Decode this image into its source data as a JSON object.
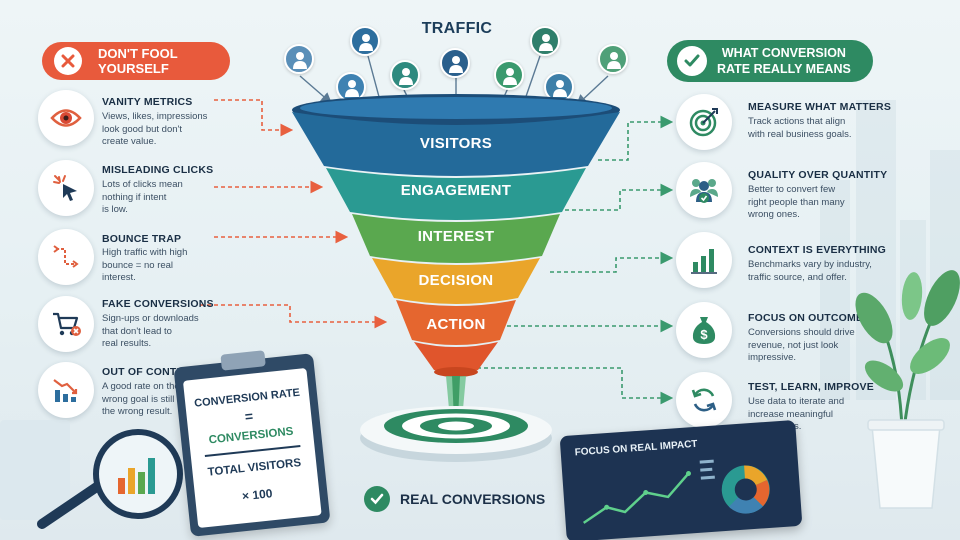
{
  "traffic_title": "TRAFFIC",
  "left_header": {
    "label": "DON'T FOOL YOURSELF",
    "icon": "x-icon",
    "color": "#e85a3c"
  },
  "right_header": {
    "line1": "WHAT CONVERSION",
    "line2": "RATE REALLY MEANS",
    "icon": "check-icon",
    "color": "#2e8a62"
  },
  "left_items": [
    {
      "title": "VANITY METRICS",
      "desc": [
        "Views, likes, impressions",
        "look good but don't",
        "create value."
      ],
      "icon": "eye-icon"
    },
    {
      "title": "MISLEADING CLICKS",
      "desc": [
        "Lots of clicks mean",
        "nothing if intent",
        "is low."
      ],
      "icon": "cursor-click-icon"
    },
    {
      "title": "BOUNCE TRAP",
      "desc": [
        "High traffic with high",
        "bounce = no real",
        "interest."
      ],
      "icon": "bounce-path-icon"
    },
    {
      "title": "FAKE CONVERSIONS",
      "desc": [
        "Sign-ups or downloads",
        "that don't lead to",
        "real results."
      ],
      "icon": "cart-x-icon"
    },
    {
      "title": "OUT OF CONTEXT",
      "desc": [
        "A good rate on the",
        "wrong goal is still",
        "the wrong result."
      ],
      "icon": "falling-chart-icon"
    }
  ],
  "right_items": [
    {
      "title": "MEASURE WHAT MATTERS",
      "desc": [
        "Track actions that align",
        "with real business goals."
      ],
      "icon": "target-icon"
    },
    {
      "title": "QUALITY OVER QUANTITY",
      "desc": [
        "Better to convert few",
        "right people than many",
        "wrong ones."
      ],
      "icon": "people-check-icon"
    },
    {
      "title": "CONTEXT IS EVERYTHING",
      "desc": [
        "Benchmarks vary by industry,",
        "traffic source, and offer."
      ],
      "icon": "bar-chart-icon"
    },
    {
      "title": "FOCUS ON OUTCOMES",
      "desc": [
        "Conversions should drive",
        "revenue, not just look",
        "impressive."
      ],
      "icon": "money-bag-icon"
    },
    {
      "title": "TEST, LEARN, IMPROVE",
      "desc": [
        "Use data to iterate and",
        "increase meaningful",
        "conversions."
      ],
      "icon": "refresh-icon"
    }
  ],
  "funnel": [
    {
      "label": "VISITORS",
      "color": "#236a9a"
    },
    {
      "label": "ENGAGEMENT",
      "color": "#2a9a92"
    },
    {
      "label": "INTEREST",
      "color": "#5aa84f"
    },
    {
      "label": "DECISION",
      "color": "#eaa52a"
    },
    {
      "label": "ACTION",
      "color": "#e5662f"
    }
  ],
  "formula": {
    "title": "CONVERSION RATE",
    "equals": "=",
    "numerator": "CONVERSIONS",
    "denominator": "TOTAL VISITORS",
    "multiplier": "× 100"
  },
  "dashboard": {
    "title": "FOCUS ON REAL IMPACT"
  },
  "real_conversions": "REAL CONVERSIONS"
}
